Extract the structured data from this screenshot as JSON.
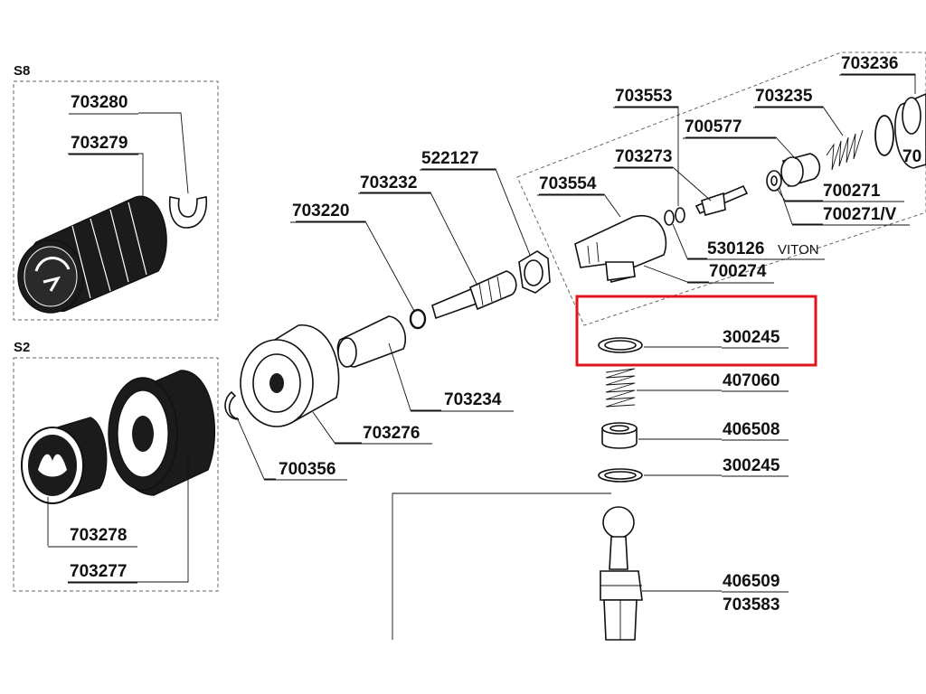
{
  "groups": {
    "s8": "S8",
    "s2": "S2"
  },
  "labels": {
    "p703280": "703280",
    "p703279": "703279",
    "p703278": "703278",
    "p703277": "703277",
    "p700356": "700356",
    "p703276": "703276",
    "p703220": "703220",
    "p703234": "703234",
    "p703232": "703232",
    "p522127": "522127",
    "p703554": "703554",
    "p703553": "703553",
    "p703273": "703273",
    "p700577": "700577",
    "p703235": "703235",
    "p703236": "703236",
    "p700271": "700271",
    "p700271v": "700271/V",
    "p530126": "530126",
    "viton": "VITON",
    "p700274": "700274",
    "p300245a": "300245",
    "p407060": "407060",
    "p406508": "406508",
    "p300245b": "300245",
    "p406509": "406509",
    "p703583": "703583",
    "p70cut": "70"
  },
  "highlight": {
    "part": "300245",
    "color": "#e0141c"
  },
  "colors": {
    "line": "#111111",
    "dashed_box": "#666666"
  }
}
